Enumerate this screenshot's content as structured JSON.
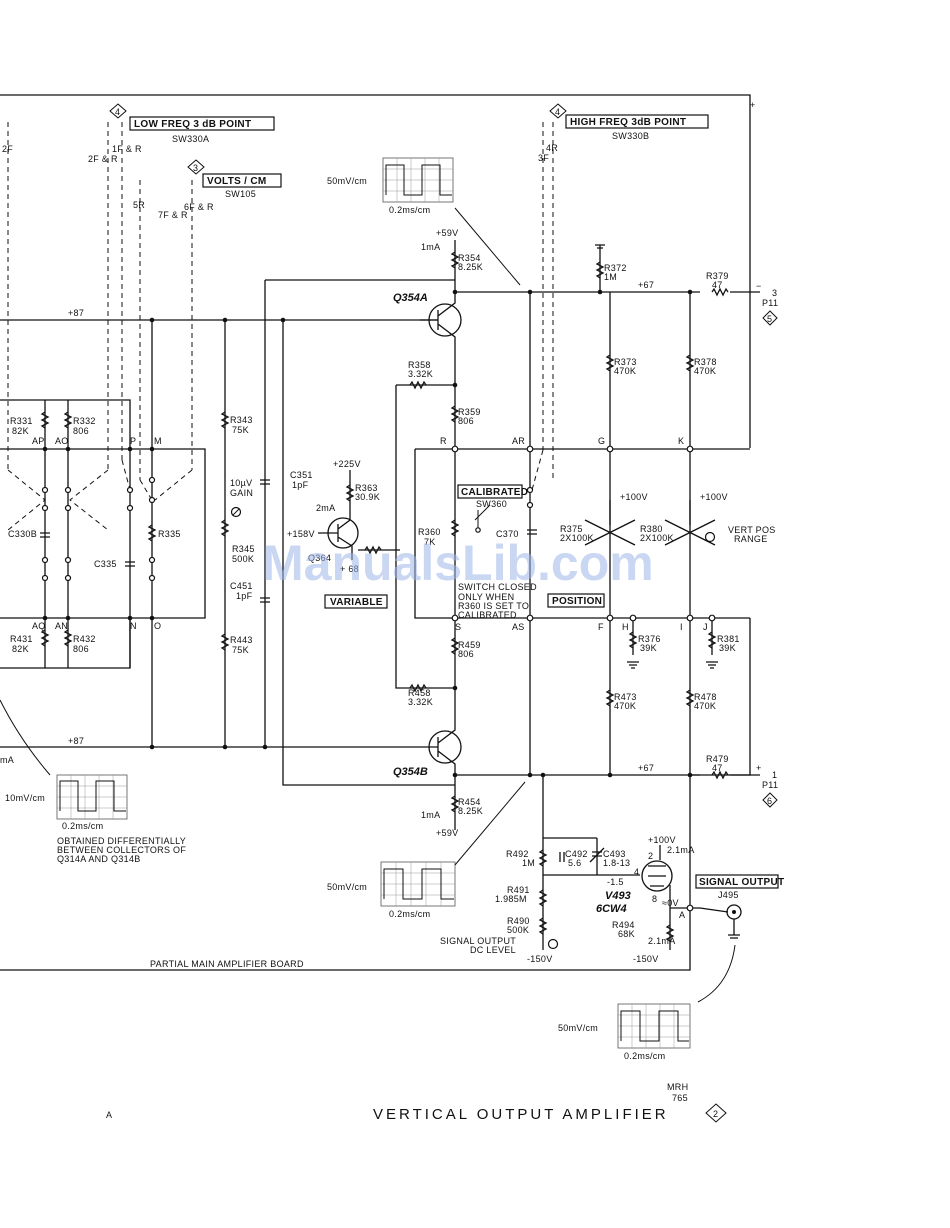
{
  "labels": {
    "low_freq": "LOW FREQ 3 dB POINT",
    "low_freq_sw": "SW330A",
    "high_freq": "HIGH FREQ 3dB POINT",
    "high_freq_sw": "SW330B",
    "volts_cm": "VOLTS / CM",
    "volts_sw": "SW105",
    "calibrated": "CALIBRATED",
    "calibrated_sw": "SW360",
    "variable": "VARIABLE",
    "position": "POSITION",
    "signal_output": "SIGNAL OUTPUT",
    "signal_output_jack": "J495",
    "switch_note": "SWITCH CLOSED ONLY WHEN R360 IS SET TO CALIBRATED",
    "board": "PARTIAL MAIN AMPLIFIER BOARD",
    "collectors_note": "OBTAINED DIFFERENTIALLY BETWEEN COLLECTORS OF Q314A AND Q314B",
    "signal_output_dc": "SIGNAL OUTPUT DC LEVEL",
    "vert_pos": "VERT POS RANGE",
    "gain": "10uV GAIN",
    "title": "VERTICAL OUTPUT AMPLIFIER",
    "title_num": "2",
    "mrh": "MRH",
    "mrh_num": "765",
    "corner": "A",
    "plus": "+",
    "watermark": "ManualsLib.com"
  },
  "markers": {
    "m4a": "4",
    "m4b": "4",
    "m3": "3",
    "p11_top": "5",
    "p11_bot": "6"
  },
  "rails": {
    "r87": "+87",
    "r67": "+67",
    "r59": "+59V",
    "r225": "+225V",
    "r158": "+158V",
    "r100a": "+100V",
    "r100b": "+100V",
    "r100c": "+100V",
    "r150a": "-150V",
    "r150b": "-150V",
    "r15": "-1.5",
    "rov": "≈0V"
  },
  "scope_labels": {
    "s1v": "50mV/cm",
    "s1h": "0.2ms/cm",
    "s2v": "10mV/cm",
    "s2h": "0.2ms/cm",
    "s3v": "50mV/cm",
    "s3h": "0.2ms/cm",
    "s4v": "50mV/cm",
    "s4h": "0.2ms/cm"
  },
  "components": [
    {
      "id": "R354",
      "value": "8.25K"
    },
    {
      "id": "R358",
      "value": "3.32K"
    },
    {
      "id": "R359",
      "value": "806"
    },
    {
      "id": "R363",
      "value": "30.9K"
    },
    {
      "id": "R360",
      "value": "7K"
    },
    {
      "id": "R459",
      "value": "806"
    },
    {
      "id": "R458",
      "value": "3.32K"
    },
    {
      "id": "R454",
      "value": "8.25K"
    },
    {
      "id": "R372",
      "value": "1M"
    },
    {
      "id": "R379",
      "value": "47"
    },
    {
      "id": "R373",
      "value": "470K"
    },
    {
      "id": "R378",
      "value": "470K"
    },
    {
      "id": "R375",
      "value": "2X100K"
    },
    {
      "id": "R380",
      "value": "2X100K"
    },
    {
      "id": "R376",
      "value": "39K"
    },
    {
      "id": "R381",
      "value": "39K"
    },
    {
      "id": "R473",
      "value": "470K"
    },
    {
      "id": "R478",
      "value": "470K"
    },
    {
      "id": "R479",
      "value": "47"
    },
    {
      "id": "R492",
      "value": "1M"
    },
    {
      "id": "C492",
      "value": "5.6"
    },
    {
      "id": "C493",
      "value": "1.8-13"
    },
    {
      "id": "R491",
      "value": "1.985M"
    },
    {
      "id": "R490",
      "value": "500K"
    },
    {
      "id": "R494",
      "value": "68K"
    },
    {
      "id": "R343",
      "value": "75K"
    },
    {
      "id": "R345",
      "value": "500K"
    },
    {
      "id": "R443",
      "value": "75K"
    },
    {
      "id": "C351",
      "value": "1pF"
    },
    {
      "id": "C451",
      "value": "1pF"
    },
    {
      "id": "R331",
      "value": "82K"
    },
    {
      "id": "R332",
      "value": "806"
    },
    {
      "id": "R431",
      "value": "82K"
    },
    {
      "id": "R432",
      "value": "806"
    },
    {
      "id": "C330B",
      "value": ""
    },
    {
      "id": "C335",
      "value": ""
    },
    {
      "id": "R335",
      "value": ""
    },
    {
      "id": "C370",
      "value": ""
    }
  ],
  "transistors": {
    "q354a": "Q354A",
    "q354b": "Q354B",
    "q364": "Q364",
    "v493": "V493",
    "v493_type": "6CW4"
  },
  "nodes": {
    "AP": "AP",
    "AO": "AO",
    "P": "P",
    "M": "M",
    "AQ": "AQ",
    "AN": "AN",
    "N": "N",
    "O": "O",
    "R": "R",
    "AR": "AR",
    "G": "G",
    "K": "K",
    "S": "S",
    "AS": "AS",
    "F": "F",
    "H": "H",
    "I": "I",
    "J": "J",
    "A": "A"
  },
  "currents": {
    "i1": "1mA",
    "i2": "2mA",
    "i3": "1mA",
    "i4": "2.1mA",
    "i5": "2.1mA",
    "i6": "mA"
  },
  "switch_pos": {
    "p1": "2F",
    "p2": "2F & R",
    "p3": "1F & R",
    "p4": "5R",
    "p5": "7F & R",
    "p6": "6F & R",
    "p7": "4R",
    "p8": "3F"
  },
  "connectors": {
    "p11a": "P11",
    "p11b": "P11",
    "pin3": "3",
    "pin1": "1",
    "minus": "−",
    "plus2": "+"
  },
  "tube_pins": {
    "p2": "2",
    "p4": "4",
    "p8": "8"
  },
  "watermark_color": "#9fb7ea"
}
